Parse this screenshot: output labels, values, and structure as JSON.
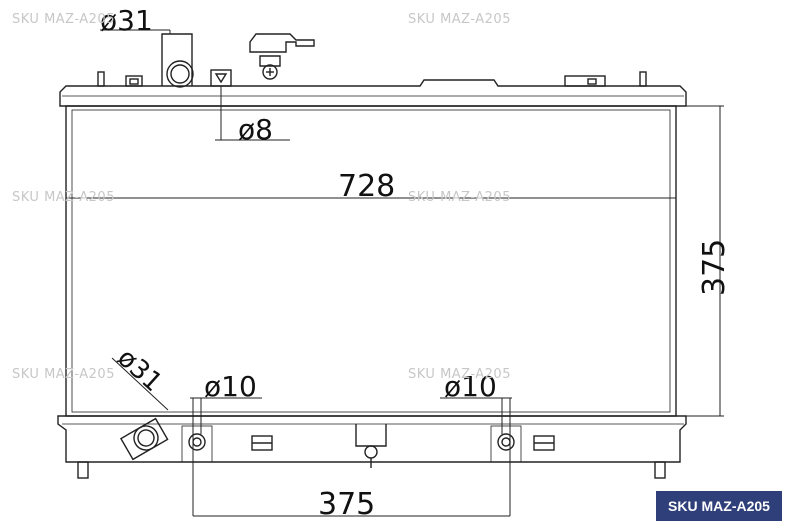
{
  "watermark": "SKU MAZ-A205",
  "sku_badge": "SKU MAZ-A205",
  "dimensions": {
    "inlet_pipe": "ø31",
    "outlet_pipe": "ø31",
    "bleed_port": "ø8",
    "core_width": "728",
    "core_height": "375",
    "mount_left": "ø10",
    "mount_right": "ø10",
    "mount_spacing": "375"
  },
  "colors": {
    "line": "#222222",
    "badge_bg": "#2f3f7a",
    "badge_text": "#ffffff",
    "watermark": "#c7c7c7"
  }
}
